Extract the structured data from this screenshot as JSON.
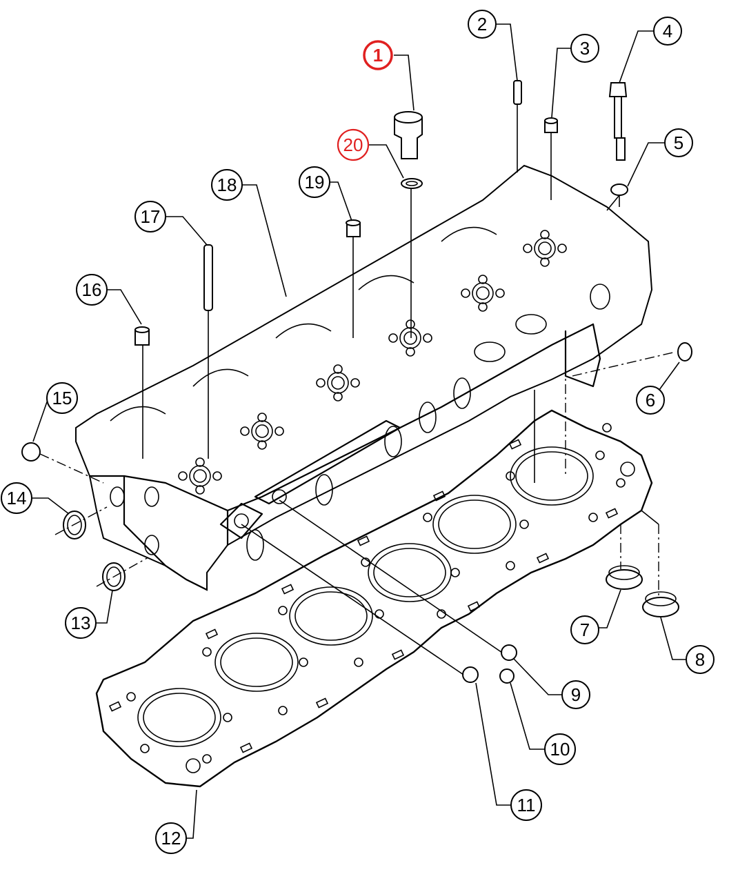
{
  "highlight_color": "#e02020",
  "callouts": [
    {
      "label": "1",
      "highlighted": true
    },
    {
      "label": "2",
      "highlighted": false
    },
    {
      "label": "3",
      "highlighted": false
    },
    {
      "label": "4",
      "highlighted": false
    },
    {
      "label": "5",
      "highlighted": false
    },
    {
      "label": "6",
      "highlighted": false
    },
    {
      "label": "7",
      "highlighted": false
    },
    {
      "label": "8",
      "highlighted": false
    },
    {
      "label": "9",
      "highlighted": false
    },
    {
      "label": "10",
      "highlighted": false
    },
    {
      "label": "11",
      "highlighted": false
    },
    {
      "label": "12",
      "highlighted": false
    },
    {
      "label": "13",
      "highlighted": false
    },
    {
      "label": "14",
      "highlighted": false
    },
    {
      "label": "15",
      "highlighted": false
    },
    {
      "label": "16",
      "highlighted": false
    },
    {
      "label": "17",
      "highlighted": false
    },
    {
      "label": "18",
      "highlighted": false
    },
    {
      "label": "19",
      "highlighted": false
    },
    {
      "label": "20",
      "highlighted": true
    }
  ]
}
